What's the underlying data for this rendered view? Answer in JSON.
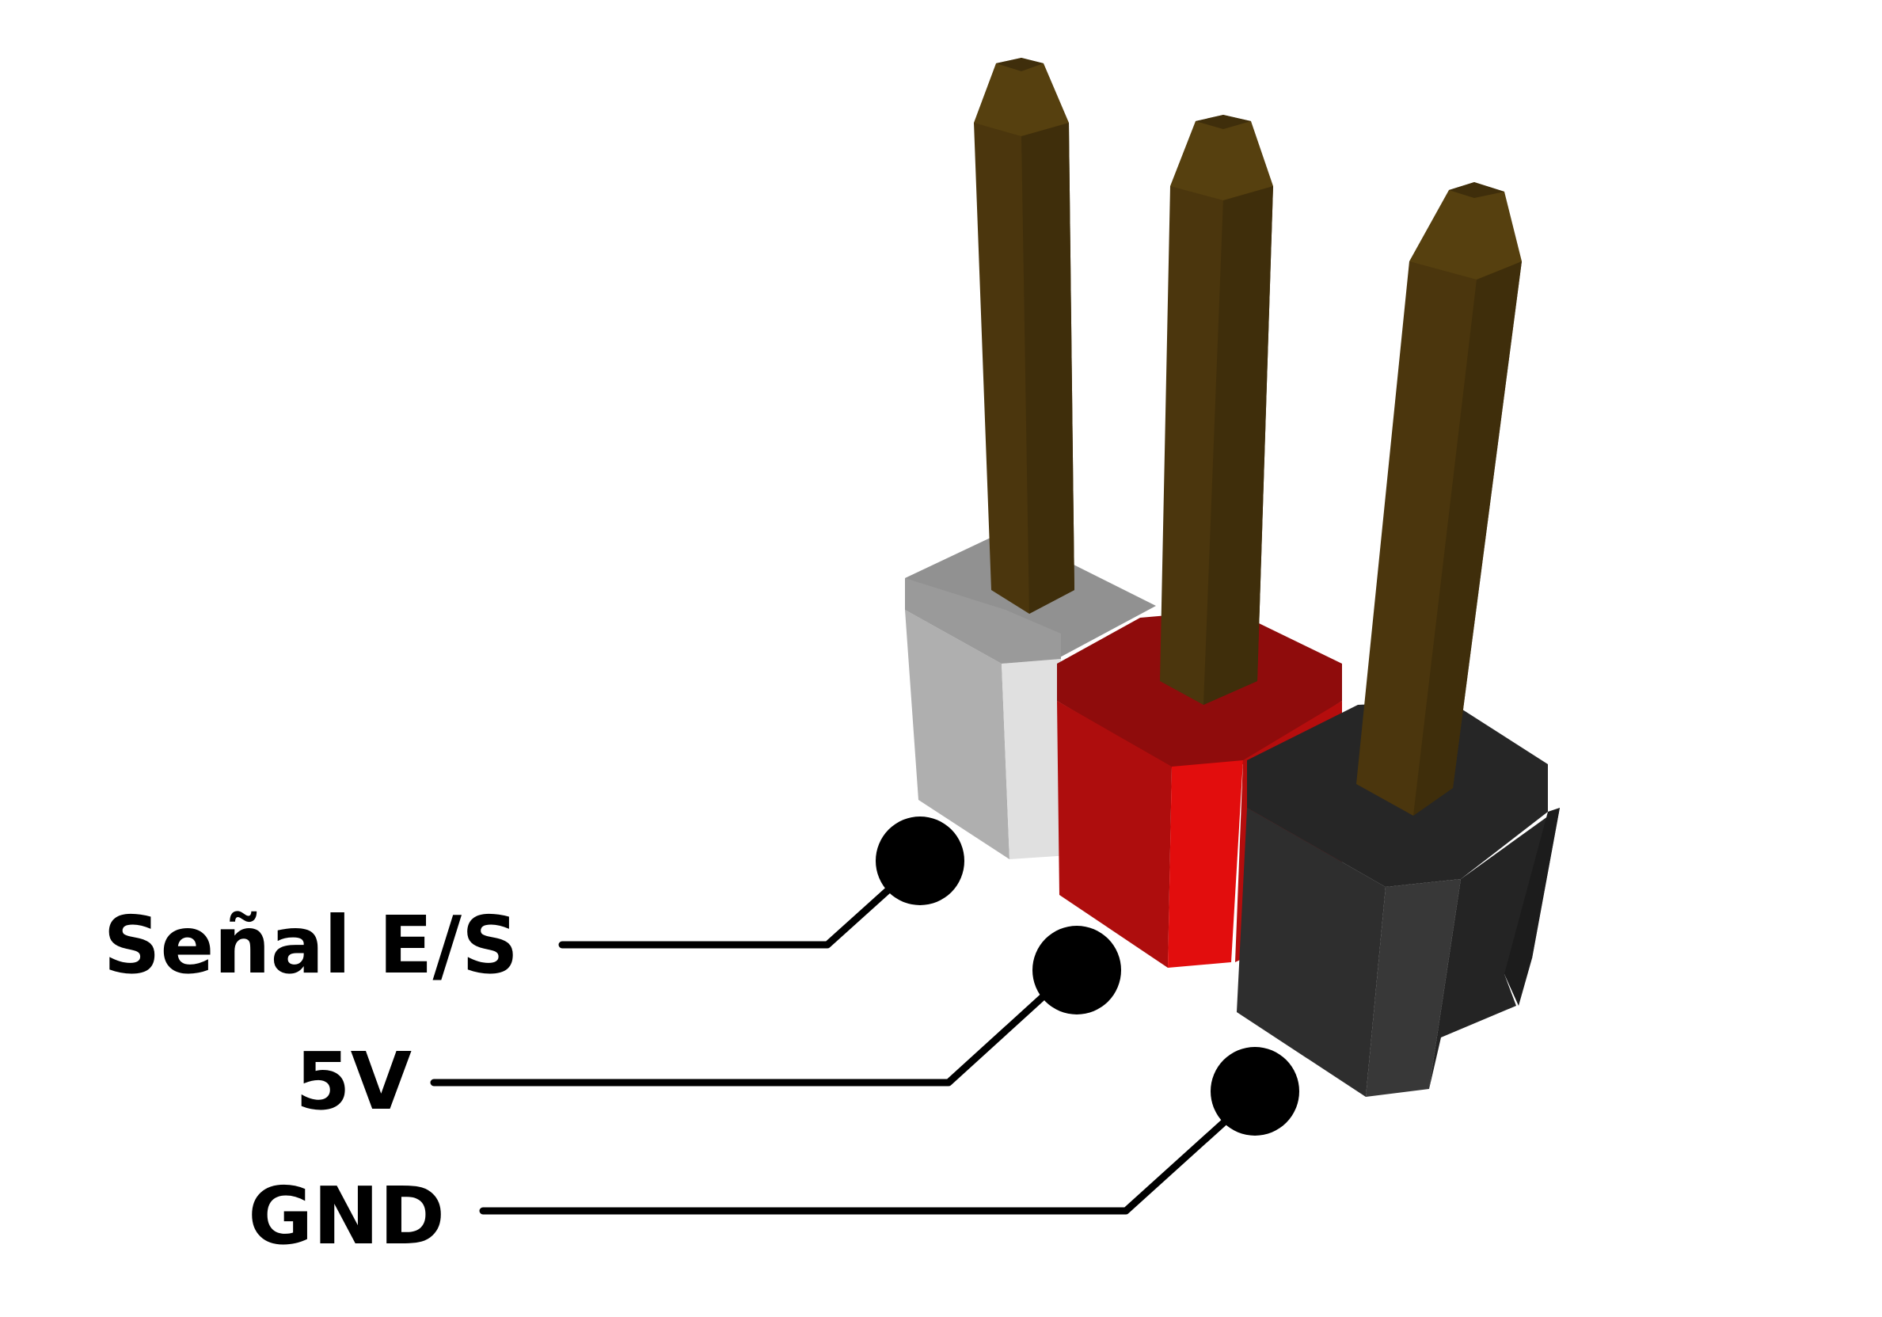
{
  "pins": [
    {
      "id": "signal",
      "label": "Señal E/S",
      "housing_color": "#b0b0b0"
    },
    {
      "id": "vcc",
      "label": "5V",
      "housing_color": "#d00d0d"
    },
    {
      "id": "gnd",
      "label": "GND",
      "housing_color": "#2e2e2e"
    }
  ],
  "colors": {
    "pin_metal": "#4b360d",
    "pin_metal_dark": "#3f2e0b",
    "pin_tip": "#56400f",
    "leader": "#000000",
    "label": "#000000"
  }
}
